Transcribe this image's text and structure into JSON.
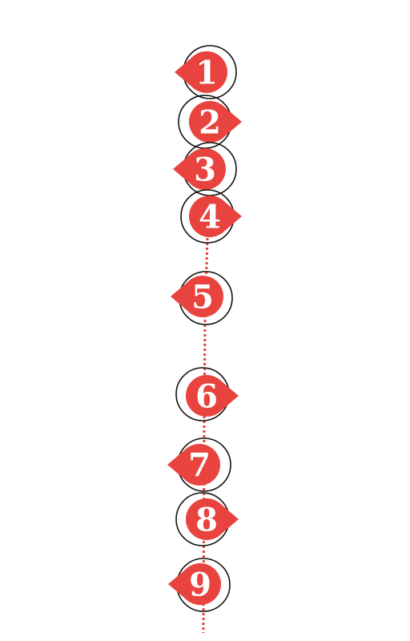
{
  "colors": {
    "accent": "#e8433e",
    "outline": "#111111",
    "label": "#ffffff",
    "background": "#ffffff"
  },
  "timeline": {
    "connector_style": "dotted-vertical",
    "markers": [
      {
        "label": "1",
        "pointer": "left"
      },
      {
        "label": "2",
        "pointer": "right"
      },
      {
        "label": "3",
        "pointer": "left"
      },
      {
        "label": "4",
        "pointer": "right"
      },
      {
        "label": "5",
        "pointer": "left"
      },
      {
        "label": "6",
        "pointer": "right"
      },
      {
        "label": "7",
        "pointer": "left"
      },
      {
        "label": "8",
        "pointer": "right"
      },
      {
        "label": "9",
        "pointer": "left"
      }
    ]
  }
}
